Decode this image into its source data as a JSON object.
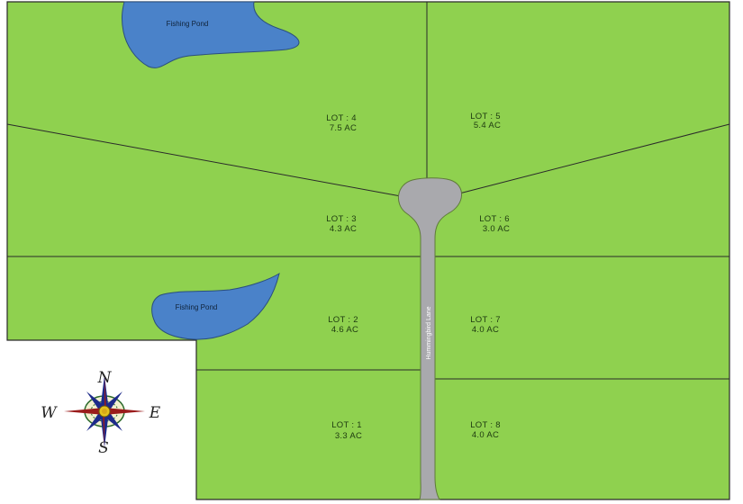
{
  "colors": {
    "land": "#8fd14f",
    "pond": "#4a82c9",
    "road": "#a9a9ad",
    "border": "#2a2a2a"
  },
  "road": {
    "name": "Hummingbird Lane"
  },
  "ponds": [
    {
      "label": "Fishing Pond"
    },
    {
      "label": "Fishing Pond"
    }
  ],
  "lots": [
    {
      "lot": "LOT : 1",
      "acres": "3.3 AC"
    },
    {
      "lot": "LOT : 2",
      "acres": "4.6 AC"
    },
    {
      "lot": "LOT : 3",
      "acres": "4.3 AC"
    },
    {
      "lot": "LOT : 4",
      "acres": "7.5 AC"
    },
    {
      "lot": "LOT : 5",
      "acres": "5.4 AC"
    },
    {
      "lot": "LOT : 6",
      "acres": "3.0 AC"
    },
    {
      "lot": "LOT : 7",
      "acres": "4.0 AC"
    },
    {
      "lot": "LOT : 8",
      "acres": "4.0 AC"
    }
  ],
  "compass": {
    "icon": "compass-rose-icon",
    "n": "N",
    "s": "S",
    "e": "E",
    "w": "W"
  }
}
